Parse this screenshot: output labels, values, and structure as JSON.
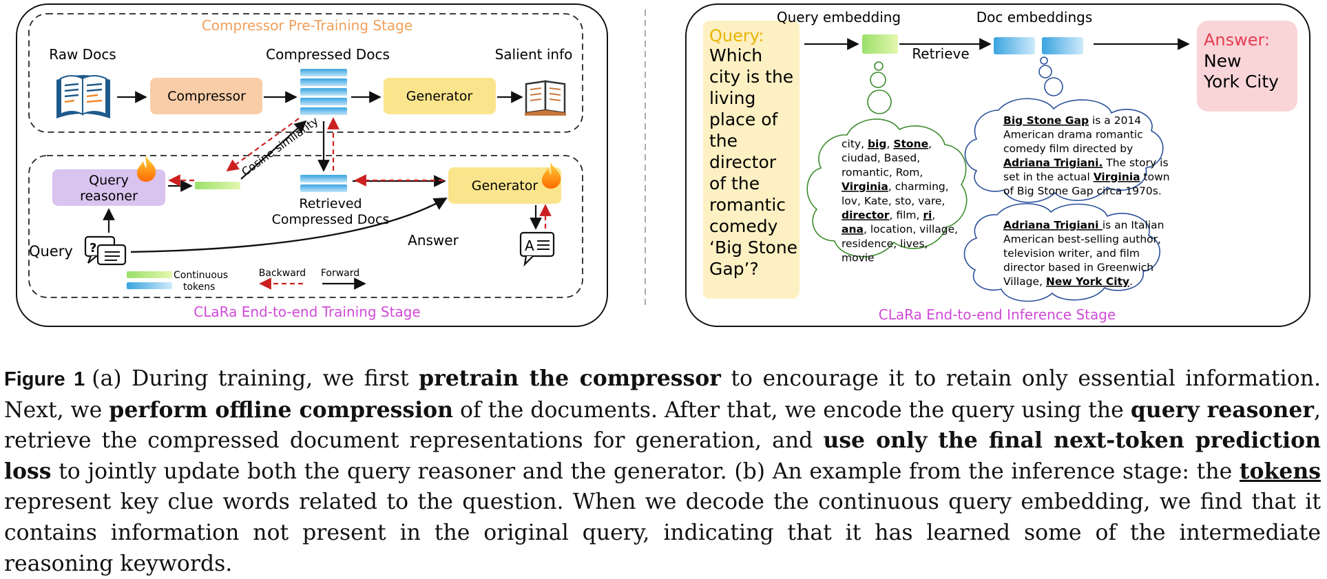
{
  "left": {
    "pretrain_title": "Compressor Pre-Training Stage",
    "raw_docs": "Raw Docs",
    "compressed_docs": "Compressed Docs",
    "salient_info": "Salient info",
    "compressor": "Compressor",
    "generator_top": "Generator",
    "query_reasoner_1": "Query",
    "query_reasoner_2": "reasoner",
    "cosine": "Cosine similarity",
    "retrieved_1": "Retrieved",
    "retrieved_2": "Compressed Docs",
    "generator_bottom": "Generator",
    "query": "Query",
    "answer": "Answer",
    "answer_icon": "A",
    "continuous_1": "Continuous",
    "continuous_2": "tokens",
    "backward": "Backward",
    "forward": "Forward",
    "train_title": "CLaRa End-to-end Training Stage"
  },
  "right": {
    "query_label": "Query:",
    "query_lines": [
      "Which",
      "city is the",
      "living",
      "place of",
      "the",
      "director",
      "of the",
      "romantic",
      "comedy",
      "‘Big Stone",
      "Gap’?"
    ],
    "query_embedding": "Query embedding",
    "doc_embeddings": "Doc embeddings",
    "retrieve": "Retrieve",
    "answer_label": "Answer:",
    "answer_lines": [
      "New",
      "York City"
    ],
    "tokens_cloud": [
      [
        {
          "t": "city, "
        },
        {
          "t": "big",
          "u": true
        },
        {
          "t": ", "
        },
        {
          "t": "Stone",
          "u": true
        },
        {
          "t": ","
        }
      ],
      [
        {
          "t": "ciudad, Based,"
        }
      ],
      [
        {
          "t": "romantic, Rom,"
        }
      ],
      [
        {
          "t": "Virginia",
          "u": true
        },
        {
          "t": ", charming,"
        }
      ],
      [
        {
          "t": "lov, Kate, sto, vare,"
        }
      ],
      [
        {
          "t": "director",
          "u": true
        },
        {
          "t": ", film, "
        },
        {
          "t": "ri",
          "u": true
        },
        {
          "t": ","
        }
      ],
      [
        {
          "t": "ana",
          "u": true
        },
        {
          "t": ", location, village,"
        }
      ],
      [
        {
          "t": "residence, lives,"
        }
      ],
      [
        {
          "t": "movie"
        }
      ]
    ],
    "doc1_cloud": [
      [
        {
          "t": "Big Stone Gap",
          "u": true
        },
        {
          "t": " is a 2014"
        }
      ],
      [
        {
          "t": "American drama romantic"
        }
      ],
      [
        {
          "t": "comedy film directed by"
        }
      ],
      [
        {
          "t": "Adriana Trigiani.",
          "u": true
        },
        {
          "t": " The story is"
        }
      ],
      [
        {
          "t": "set in the actual "
        },
        {
          "t": "Virginia",
          "u": true
        },
        {
          "t": " town"
        }
      ],
      [
        {
          "t": "of Big Stone Gap circa 1970s."
        }
      ]
    ],
    "doc2_cloud": [
      [
        {
          "t": "Adriana Trigiani ",
          "u": true
        },
        {
          "t": "is an Italian"
        }
      ],
      [
        {
          "t": "American best-selling author,"
        }
      ],
      [
        {
          "t": "television writer, and film"
        }
      ],
      [
        {
          "t": "director based in Greenwich"
        }
      ],
      [
        {
          "t": "Village, "
        },
        {
          "t": "New York City",
          "u": true
        },
        {
          "t": "."
        }
      ]
    ],
    "inference_title": "CLaRa End-to-end Inference Stage"
  },
  "caption": {
    "label": "Figure 1",
    "parts": [
      {
        "t": "(a) During training, we first "
      },
      {
        "t": "pretrain the compressor",
        "b": true
      },
      {
        "t": " to encourage it to retain only essential information. Next, we "
      },
      {
        "t": "perform offline compression",
        "b": true
      },
      {
        "t": " of the documents. After that, we encode the query using the "
      },
      {
        "t": "query reasoner",
        "b": true
      },
      {
        "t": ", retrieve the compressed document representations for generation, and "
      },
      {
        "t": "use only the final next-token prediction loss",
        "b": true
      },
      {
        "t": " to jointly update both the query reasoner and the generator. (b) An example from the inference stage: the "
      },
      {
        "t": "tokens",
        "u": true,
        "b": true
      },
      {
        "t": " represent key clue words related to the question. When we decode the continuous query embedding, we find that it contains information not present in the original query, indicating that it has learned some of the intermediate reasoning keywords."
      }
    ]
  },
  "colors": {
    "orange_title": "#f0a05a",
    "magenta_title": "#d04ad8",
    "compressor_fill": "#f8cda8",
    "generator_fill": "#fbe58c",
    "reasoner_fill": "#d9c3ef",
    "query_panel_fill": "#fdf0c2",
    "answer_panel_fill": "#f9d5d8",
    "answer_red": "#e63c50",
    "query_gold": "#e8b400",
    "backward_red": "#cc1f1f",
    "cloud_green": "#3a8a2a",
    "cloud_blue": "#2a4f9a"
  }
}
